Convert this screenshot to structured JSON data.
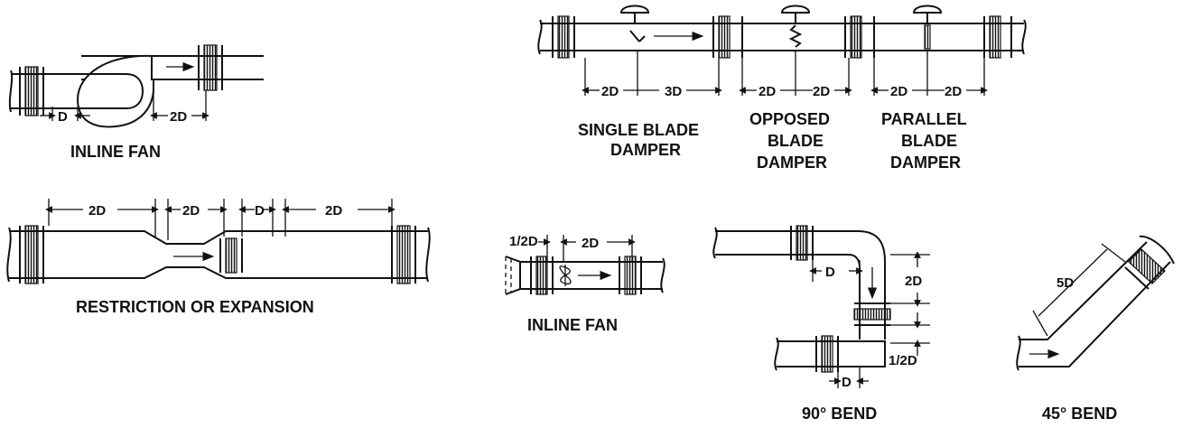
{
  "captions": {
    "inline_fan_top": "INLINE FAN",
    "single_blade_1": "SINGLE BLADE",
    "single_blade_2": "DAMPER",
    "opposed_1": "OPPOSED",
    "opposed_2": "BLADE",
    "opposed_3": "DAMPER",
    "parallel_1": "PARALLEL",
    "parallel_2": "BLADE",
    "parallel_3": "DAMPER",
    "restriction": "RESTRICTION OR EXPANSION",
    "inline_fan_bottom": "INLINE FAN",
    "bend_90": "90° BEND",
    "bend_45": "45° BEND"
  },
  "dims": {
    "fan_top_d": "D",
    "fan_top_2d": "2D",
    "single_2d": "2D",
    "single_3d": "3D",
    "opposed_2d_a": "2D",
    "opposed_2d_b": "2D",
    "parallel_2d_a": "2D",
    "parallel_2d_b": "2D",
    "restr_2d_a": "2D",
    "restr_2d_b": "2D",
    "restr_d": "D",
    "restr_2d_c": "2D",
    "fan_bot_half": "1/2D",
    "fan_bot_2d": "2D",
    "b90_d_top": "D",
    "b90_2d": "2D",
    "b90_half": "1/2D",
    "b90_d_bot": "D",
    "b45_5d": "5D"
  }
}
